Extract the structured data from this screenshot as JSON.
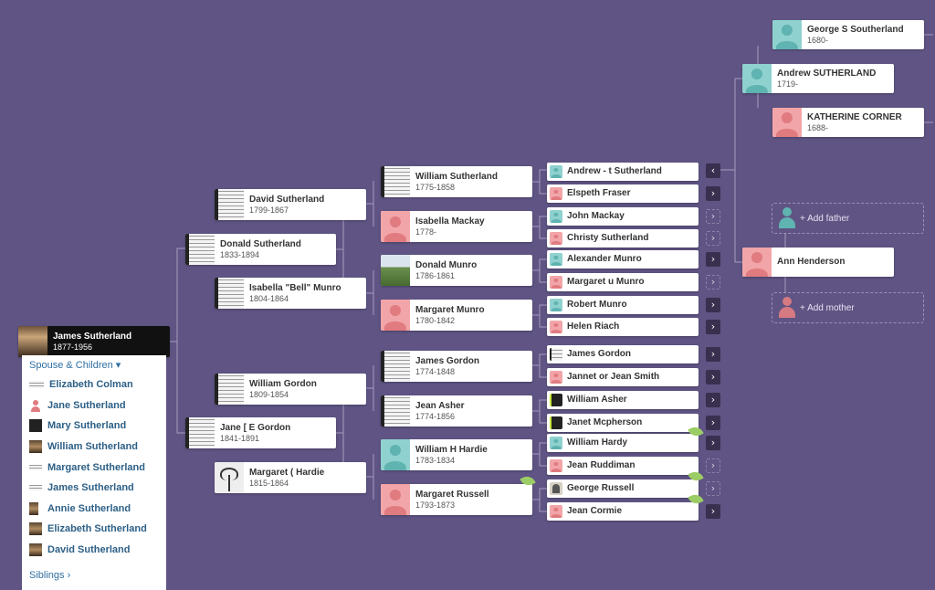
{
  "tree": {
    "root": {
      "name": "James Sutherland",
      "dates": "1877-1956"
    },
    "gen1": [
      {
        "name": "Donald Sutherland",
        "dates": "1833-1894"
      },
      {
        "name": "Jane [ E Gordon",
        "dates": "1841-1891"
      }
    ],
    "gen2": [
      {
        "name": "David Sutherland",
        "dates": "1799-1867"
      },
      {
        "name": "Isabella \"Bell\" Munro",
        "dates": "1804-1864"
      },
      {
        "name": "William Gordon",
        "dates": "1809-1854"
      },
      {
        "name": "Margaret ( Hardie",
        "dates": "1815-1864"
      }
    ],
    "gen3": [
      {
        "name": "William Sutherland",
        "dates": "1775-1858"
      },
      {
        "name": "Isabella Mackay",
        "dates": "1778-"
      },
      {
        "name": "Donald Munro",
        "dates": "1786-1861"
      },
      {
        "name": "Margaret Munro",
        "dates": "1780-1842"
      },
      {
        "name": "James Gordon",
        "dates": "1774-1848"
      },
      {
        "name": "Jean Asher",
        "dates": "1774-1856"
      },
      {
        "name": "William H Hardie",
        "dates": "1783-1834"
      },
      {
        "name": "Margaret Russell",
        "dates": "1793-1873"
      }
    ],
    "gen4": [
      {
        "name": "Andrew - t Sutherland"
      },
      {
        "name": "Elspeth Fraser"
      },
      {
        "name": "John Mackay"
      },
      {
        "name": "Christy Sutherland"
      },
      {
        "name": "Alexander Munro"
      },
      {
        "name": "Margaret u Munro"
      },
      {
        "name": "Robert Munro"
      },
      {
        "name": "Helen Riach"
      },
      {
        "name": "James Gordon"
      },
      {
        "name": "Jannet or Jean Smith"
      },
      {
        "name": "William Asher"
      },
      {
        "name": "Janet Mcpherson"
      },
      {
        "name": "William Hardy"
      },
      {
        "name": "Jean Ruddiman"
      },
      {
        "name": "George Russell"
      },
      {
        "name": "Jean Cormie"
      }
    ],
    "gen5": [
      {
        "name": "Andrew SUTHERLAND",
        "dates": "1719-"
      },
      {
        "name": "Ann Henderson",
        "dates": ""
      }
    ],
    "gen6": [
      {
        "name": "George S Southerland",
        "dates": "1680-"
      },
      {
        "name": "KATHERINE CORNER",
        "dates": "1688-"
      }
    ],
    "add_father": "+ Add father",
    "add_mother": "+ Add mother",
    "arrow_right": "›",
    "arrow_left": "‹"
  },
  "panel": {
    "spouse_children": "Spouse & Children ▾",
    "spouse": "Elizabeth Colman",
    "children": [
      "Jane Sutherland",
      "Mary Sutherland",
      "William Sutherland",
      "Margaret Sutherland",
      "James Sutherland",
      "Annie Sutherland",
      "Elizabeth Sutherland",
      "David Sutherland"
    ],
    "siblings": "Siblings ›"
  },
  "colors": {
    "background": "#5f5483",
    "male_avatar": "#8fd1cf",
    "female_avatar": "#f2a5a8",
    "link": "#2f6fa3",
    "arrow": "#39304f"
  }
}
